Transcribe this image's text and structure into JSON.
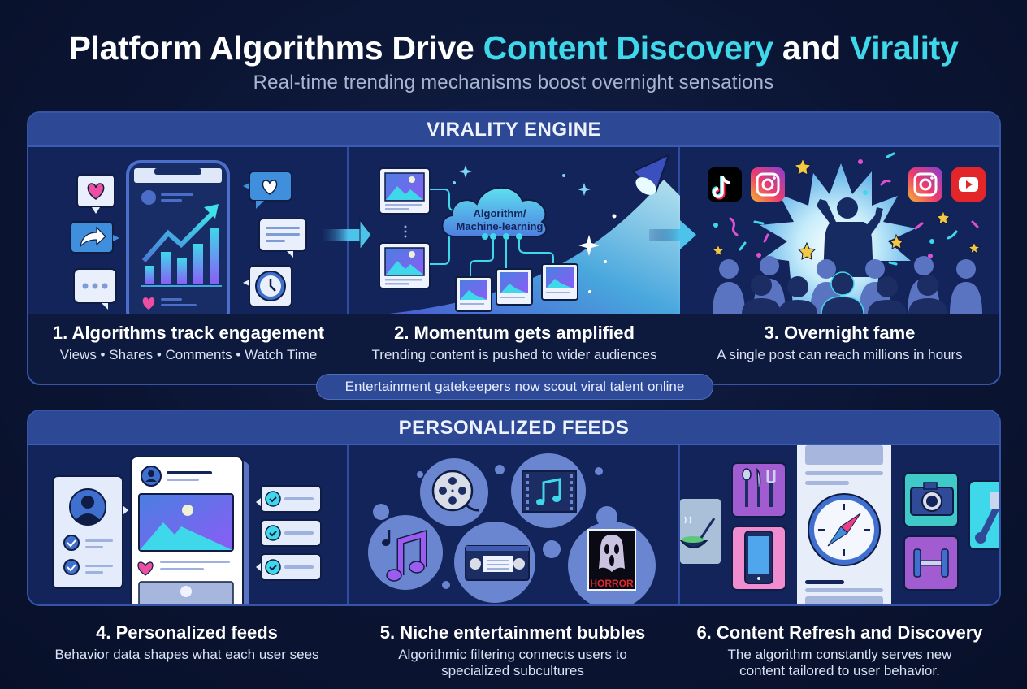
{
  "header": {
    "title_parts": [
      "Platform Algorithms Drive ",
      "Content Discovery",
      " and ",
      "Virality"
    ],
    "subtitle": "Real-time trending mechanisms boost overnight sensations"
  },
  "colors": {
    "background": "#0b1533",
    "highlight": "#3fd8ea",
    "section_band": "#2d4894",
    "panel": "#13245a",
    "accent_pink": "#ef4fa6",
    "accent_purple": "#8b5cf6"
  },
  "virality_engine": {
    "heading": "VIRALITY ENGINE",
    "steps": [
      {
        "title": "1. Algorithms track engagement",
        "desc": "Views • Shares • Comments • Watch Time",
        "icons": [
          "heart-bubble-icon",
          "share-bubble-icon",
          "typing-bubble-icon",
          "phone-chart-icon",
          "like-bubble-icon",
          "comment-bubble-icon",
          "clock-bubble-icon"
        ]
      },
      {
        "title": "2. Momentum gets amplified",
        "desc": "Trending content is pushed to wider audiences",
        "cloud_label_1": "Algorithm/",
        "cloud_label_2": "Machine-learning",
        "icons": [
          "image-card-icon",
          "cloud-icon",
          "spotlight-icon",
          "sparkle-icon"
        ]
      },
      {
        "title": "3. Overnight fame",
        "desc": "A single post can reach millions in hours",
        "icons": [
          "tiktok-icon",
          "instagram-icon",
          "instagram-icon",
          "youtube-icon",
          "celebrating-person-icon",
          "crowd-icon",
          "star-icon"
        ]
      }
    ],
    "footer_pill": "Entertainment gatekeepers now scout viral talent online"
  },
  "personalized_feeds": {
    "heading": "PERSONALIZED FEEDS",
    "steps": [
      {
        "title": "4. Personalized feeds",
        "desc": "Behavior data shapes what each user sees",
        "icons": [
          "user-profile-icon",
          "feed-card-icon",
          "check-item-icon"
        ]
      },
      {
        "title": "5. Niche entertainment bubbles",
        "desc_1": "Algorithmic filtering connects users to",
        "desc_2": "specialized subcultures",
        "horror_label": "HORROR",
        "icons": [
          "film-reel-icon",
          "music-video-icon",
          "music-note-icon",
          "vhs-tape-icon",
          "horror-poster-icon"
        ]
      },
      {
        "title": "6. Content Refresh and Discovery",
        "desc_1": "The algorithm constantly serves new",
        "desc_2": "content tailored to user behavior.",
        "icons": [
          "food-bowl-icon",
          "utensils-icon",
          "smartphone-icon",
          "compass-icon",
          "camera-icon",
          "dumbbell-icon",
          "tool-icon"
        ]
      }
    ]
  }
}
